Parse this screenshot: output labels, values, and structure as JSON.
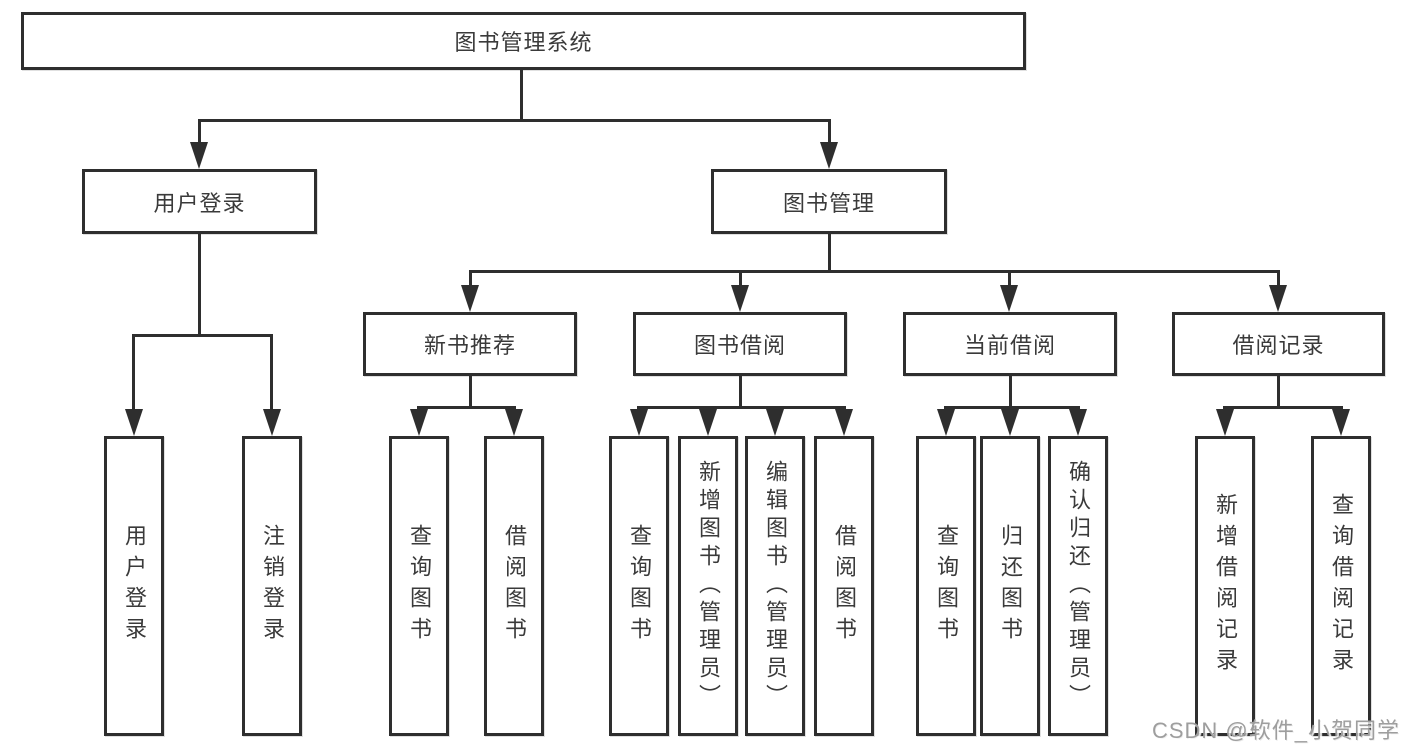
{
  "diagram": {
    "root": {
      "label": "图书管理系统"
    },
    "level2": [
      {
        "label": "用户登录"
      },
      {
        "label": "图书管理"
      }
    ],
    "level3": [
      {
        "label": "新书推荐"
      },
      {
        "label": "图书借阅"
      },
      {
        "label": "当前借阅"
      },
      {
        "label": "借阅记录"
      }
    ],
    "leaves": [
      {
        "label": "用户登录"
      },
      {
        "label": "注销登录"
      },
      {
        "label": "查询图书"
      },
      {
        "label": "借阅图书"
      },
      {
        "label": "查询图书"
      },
      {
        "label": "新增图书（管理员）"
      },
      {
        "label": "编辑图书（管理员）"
      },
      {
        "label": "借阅图书"
      },
      {
        "label": "查询图书"
      },
      {
        "label": "归还图书"
      },
      {
        "label": "确认归还（管理员）"
      },
      {
        "label": "新增借阅记录"
      },
      {
        "label": "查询借阅记录"
      }
    ],
    "colors": {
      "line": "#2e2e2e",
      "text": "#3a3a3a",
      "background": "#ffffff",
      "watermark": "#9e9e9e"
    }
  },
  "watermark": {
    "text": "CSDN @软件_小贺同学"
  }
}
